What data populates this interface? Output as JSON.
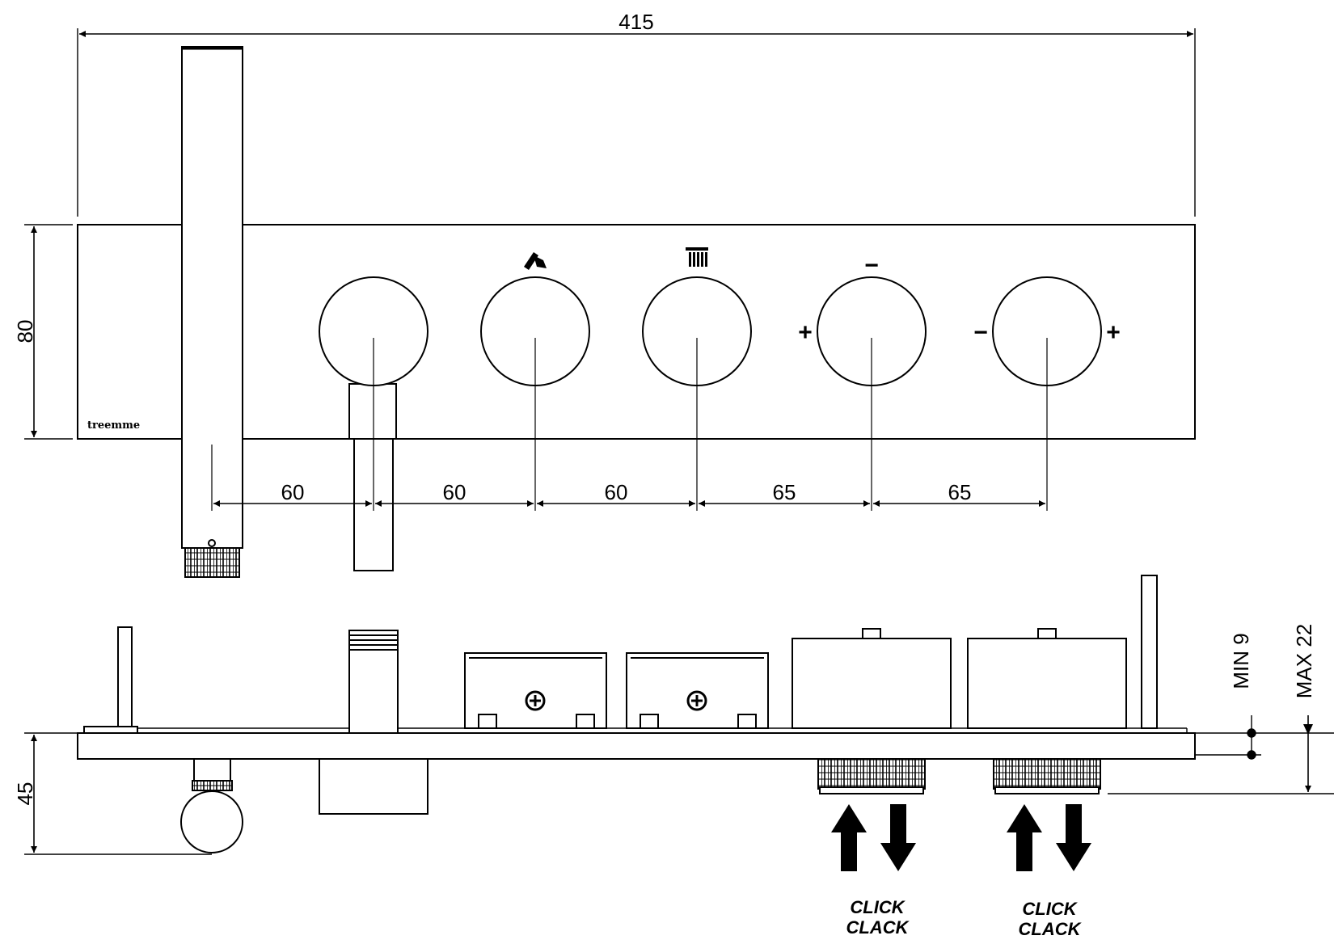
{
  "dimensions": {
    "overall_width": "415",
    "plate_height": "80",
    "spacing_1": "60",
    "spacing_2": "60",
    "spacing_3": "60",
    "spacing_4": "65",
    "spacing_5": "65",
    "depth": "45",
    "min_label": "MIN 9",
    "max_label": "MAX 22"
  },
  "brand": "treemme",
  "symbols": {
    "plus": "+",
    "minus": "−"
  },
  "icons": [
    "hand-shower-icon",
    "overhead-shower-icon"
  ],
  "click_clack": [
    {
      "line1": "CLICK",
      "line2": "CLACK"
    },
    {
      "line1": "CLICK",
      "line2": "CLACK"
    }
  ]
}
